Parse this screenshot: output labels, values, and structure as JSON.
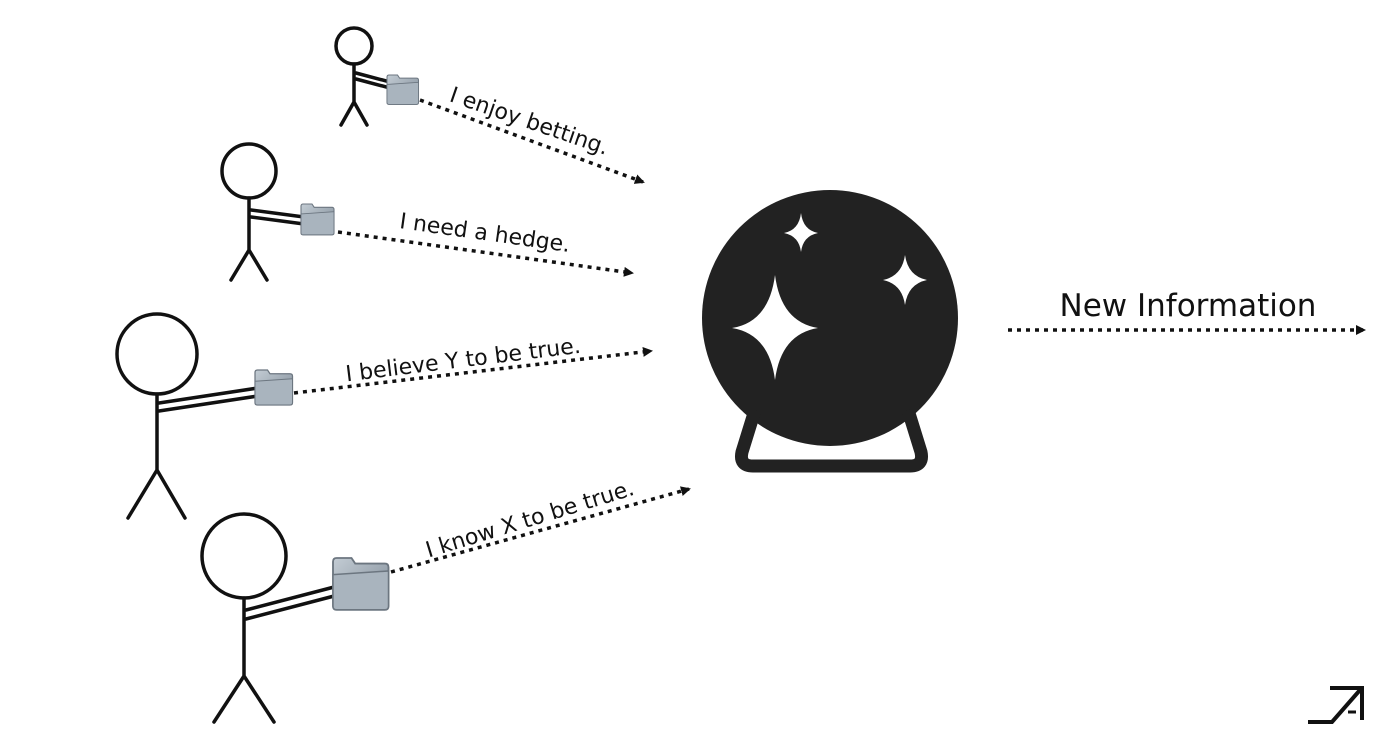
{
  "messages": [
    {
      "text": "I enjoy betting."
    },
    {
      "text": "I need a hedge."
    },
    {
      "text": "I believe Y to be true."
    },
    {
      "text": "I know X to be true."
    }
  ],
  "output_label": "New Information",
  "colors": {
    "ink": "#111111",
    "ball": "#222222",
    "folder": "#9aa7b3"
  }
}
